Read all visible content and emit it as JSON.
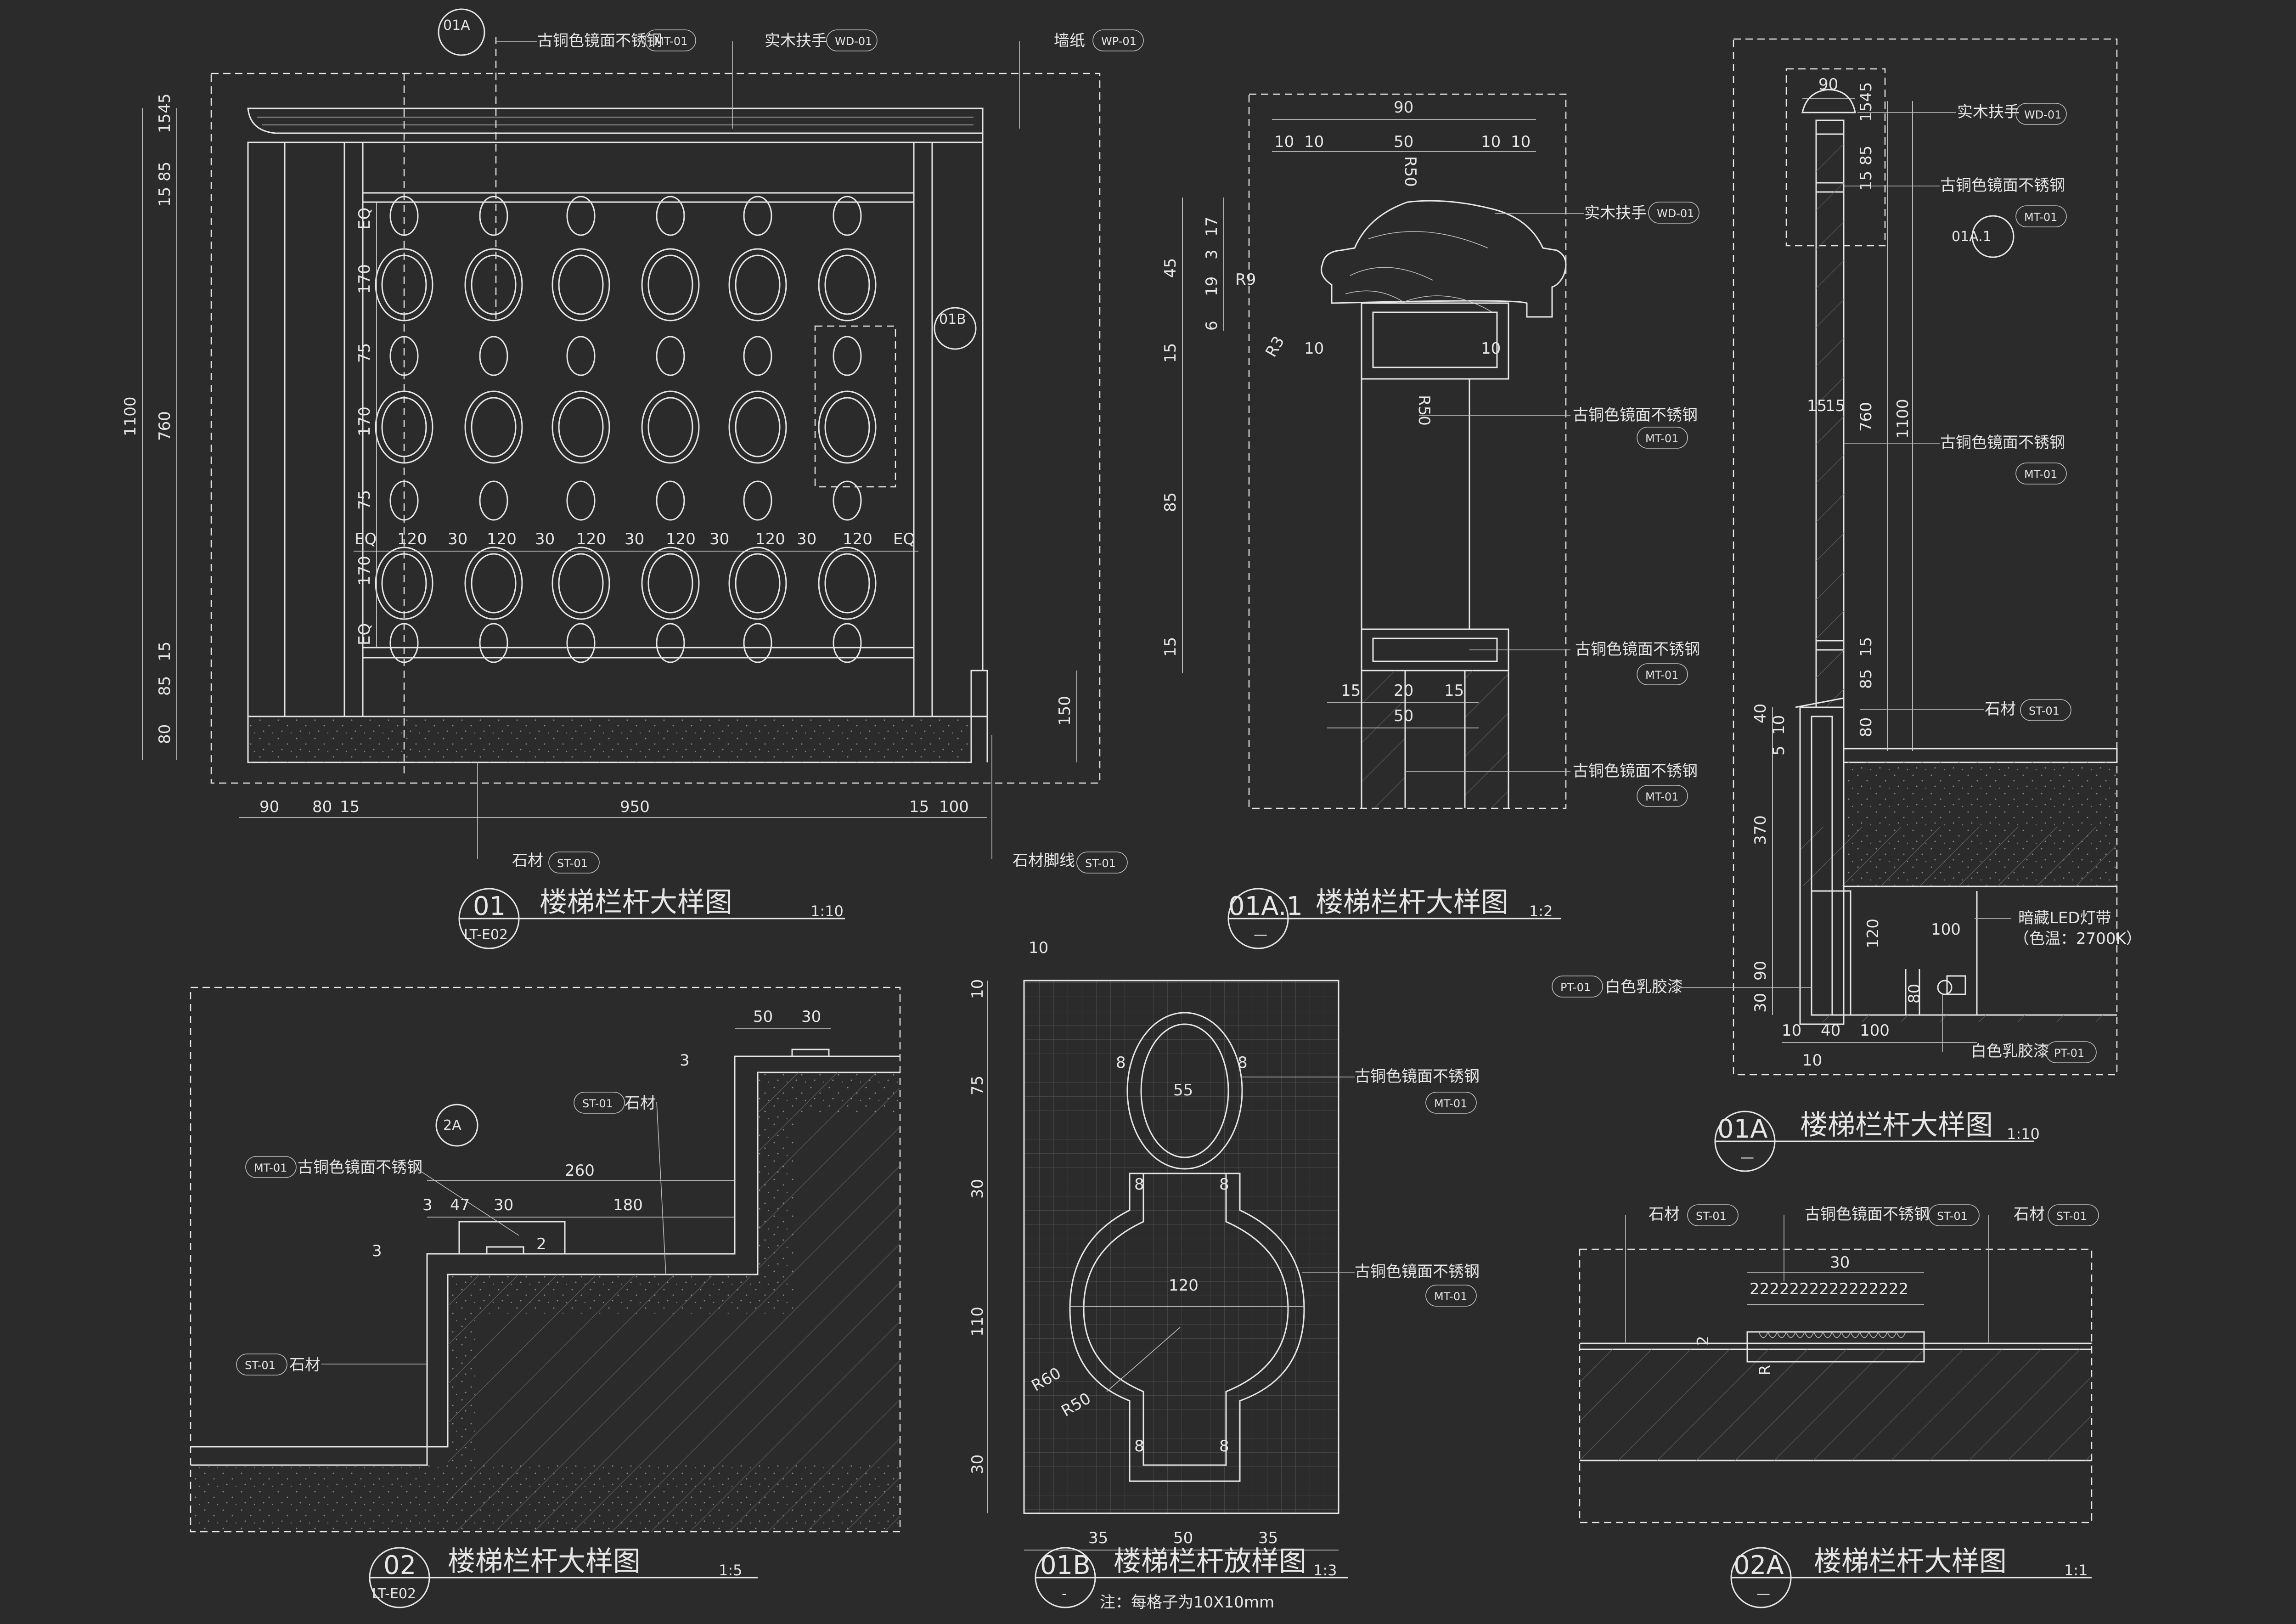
{
  "drawings": {
    "d01": {
      "ref": "01",
      "ref_sub": "LT-E02",
      "title": "楼梯栏杆大样图",
      "scale": "1:10",
      "callout_top": "01A",
      "callout_detail": "01B",
      "labels": {
        "mirror": "古铜色镜面不锈钢",
        "mirror_tag": "MT-01",
        "wood": "实木扶手",
        "wood_tag": "WD-01",
        "wall": "墙纸",
        "wall_tag": "WP-01",
        "stone": "石材",
        "stone_tag": "ST-01",
        "skirting": "石材脚线",
        "skirting_tag": "ST-01"
      },
      "dims_left": [
        "1100",
        "1545",
        "85",
        "15",
        "760",
        "15",
        "85",
        "80"
      ],
      "dims_inner": [
        "EQ",
        "170",
        "75",
        "170",
        "75",
        "170",
        "EQ"
      ],
      "dims_row": [
        "EQ",
        "120",
        "30",
        "120",
        "30",
        "120",
        "30",
        "120",
        "30",
        "120",
        "30",
        "120",
        "EQ"
      ],
      "dims_bottom": [
        "90",
        "80",
        "15",
        "950",
        "15",
        "100"
      ],
      "dim_right": "150"
    },
    "d01a1": {
      "ref": "01A.1",
      "ref_sub": "—",
      "title": "楼梯栏杆大样图",
      "scale": "1:2",
      "labels": {
        "wood": "实木扶手",
        "wood_tag": "WD-01",
        "mirror1": "古铜色镜面不锈钢",
        "mirror1_tag": "MT-01",
        "mirror2": "古铜色镜面不锈钢",
        "mirror2_tag": "MT-01",
        "mirror3": "古铜色镜面不锈钢",
        "mirror3_tag": "MT-01"
      },
      "dims_top": [
        "90",
        "10",
        "10",
        "50",
        "10",
        "10"
      ],
      "dims_left": [
        "45",
        "17",
        "3",
        "19",
        "6",
        "15",
        "85",
        "15"
      ],
      "radii": [
        "R50",
        "R9",
        "R3",
        "R50"
      ],
      "dims_tube": [
        "10",
        "10"
      ],
      "dims_bottom": [
        "15",
        "20",
        "15",
        "50"
      ]
    },
    "d01a": {
      "ref": "01A",
      "ref_sub": "—",
      "title": "楼梯栏杆大样图",
      "scale": "1:10",
      "callout": "01A.1",
      "labels": {
        "wood": "实木扶手",
        "wood_tag": "WD-01",
        "mirror1": "古铜色镜面不锈钢",
        "mirror1_tag": "MT-01",
        "mirror2": "古铜色镜面不锈钢",
        "mirror2_tag": "MT-01",
        "stone": "石材",
        "stone_tag": "ST-01",
        "led": "暗藏LED灯带",
        "led2": "（色温：2700K）",
        "paint1_tag": "PT-01",
        "paint1": "白色乳胶漆",
        "paint2": "白色乳胶漆",
        "paint2_tag": "PT-01"
      },
      "dims_top": [
        "90"
      ],
      "dims_right": [
        "1545",
        "85",
        "15",
        "760",
        "1100",
        "15",
        "85",
        "80"
      ],
      "dims_mid": [
        "15",
        "15"
      ],
      "dims_left": [
        "40",
        "10",
        "5",
        "370",
        "90",
        "30"
      ],
      "dims_bottom": [
        "10",
        "40",
        "100",
        "10"
      ],
      "dims_light": [
        "120",
        "100",
        "80"
      ]
    },
    "d02": {
      "ref": "02",
      "ref_sub": "LT-E02",
      "title": "楼梯栏杆大样图",
      "scale": "1:5",
      "callout": "2A",
      "labels": {
        "mirror_tag": "MT-01",
        "mirror": "古铜色镜面不锈钢",
        "stone_tag": "ST-01",
        "stone": "石材",
        "stone2_tag": "ST-01",
        "stone2": "石材"
      },
      "dims": [
        "50",
        "30",
        "3",
        "260",
        "3",
        "47",
        "30",
        "180",
        "3",
        "2"
      ]
    },
    "d01b": {
      "ref": "01B",
      "ref_sub": "-",
      "title": "楼梯栏杆放样图",
      "scale": "1:3",
      "note": "注：每格子为10X10mm",
      "labels": {
        "mirror1": "古铜色镜面不锈钢",
        "mirror1_tag": "MT-01",
        "mirror2": "古铜色镜面不锈钢",
        "mirror2_tag": "MT-01"
      },
      "dims_top": [
        "10"
      ],
      "dims_left": [
        "10",
        "75",
        "30",
        "110",
        "30"
      ],
      "dims_inner": [
        "8",
        "8",
        "55",
        "8",
        "8",
        "120",
        "8",
        "8"
      ],
      "radii": [
        "R60",
        "R50"
      ],
      "dims_bottom": [
        "35",
        "50",
        "35"
      ]
    },
    "d02a": {
      "ref": "02A",
      "ref_sub": "—",
      "title": "楼梯栏杆大样图",
      "scale": "1:1",
      "labels": {
        "stone1": "石材",
        "stone1_tag": "ST-01",
        "mirror": "古铜色镜面不锈钢",
        "mirror_tag": "ST-01",
        "stone2": "石材",
        "stone2_tag": "ST-01"
      },
      "dims": [
        "30",
        "2",
        "2",
        "R"
      ],
      "teeth": "2222222222222222"
    }
  }
}
